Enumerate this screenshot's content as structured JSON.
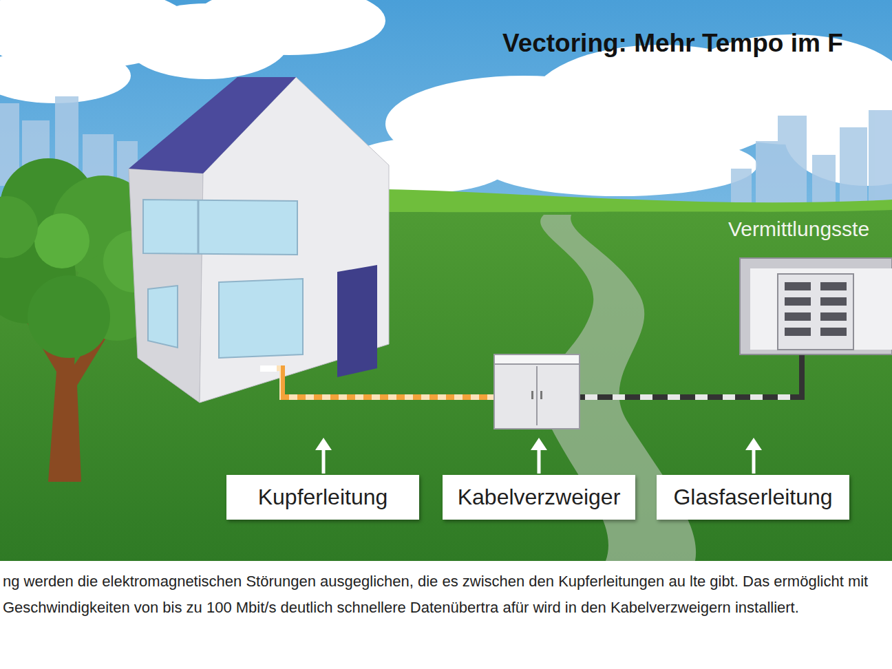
{
  "diagram": {
    "title": "Vectoring: Mehr Tempo im F",
    "caption": "ng werden die elektromagnetischen Störungen ausgeglichen, die es zwischen den Kupferleitungen au lte gibt. Das ermöglicht mit Geschwindigkeiten von bis zu 100 Mbit/s deutlich schnellere Datenübertra afür wird in den Kabelverzweigern installiert.",
    "nodes": [
      {
        "text": [
          "Vermittlungsste"
        ]
      },
      {
        "text": [
          "Kupferleitung"
        ]
      },
      {
        "text": [
          "Kabelverzweiger"
        ]
      },
      {
        "text": [
          "Glasfaserleitung"
        ]
      }
    ]
  }
}
